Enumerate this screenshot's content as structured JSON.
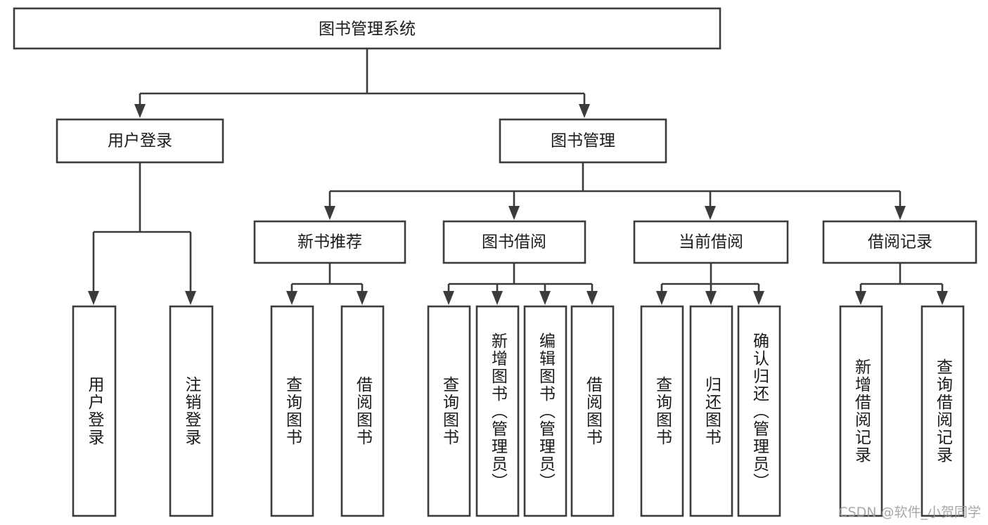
{
  "diagram": {
    "title": "图书管理系统",
    "type": "tree",
    "watermark": "CSDN @软件_小贺同学",
    "colors": {
      "stroke": "#3b3b3b",
      "fill": "#ffffff",
      "text": "#1b1b1b",
      "watermark": "#9a9a9a"
    },
    "root": {
      "label": "图书管理系统"
    },
    "level2": [
      {
        "label": "用户登录"
      },
      {
        "label": "图书管理"
      }
    ],
    "level3": [
      {
        "label": "新书推荐"
      },
      {
        "label": "图书借阅"
      },
      {
        "label": "当前借阅"
      },
      {
        "label": "借阅记录"
      }
    ],
    "leaves": {
      "user_login": [
        {
          "label": "用户登录"
        },
        {
          "label": "注销登录"
        }
      ],
      "new_book_recommend": [
        {
          "label": "查询图书"
        },
        {
          "label": "借阅图书"
        }
      ],
      "book_borrow": [
        {
          "label": "查询图书"
        },
        {
          "label": "新增图书（管理员）"
        },
        {
          "label": "编辑图书（管理员）"
        },
        {
          "label": "借阅图书"
        }
      ],
      "current_borrow": [
        {
          "label": "查询图书"
        },
        {
          "label": "归还图书"
        },
        {
          "label": "确认归还（管理员）"
        }
      ],
      "borrow_record": [
        {
          "label": "新增借阅记录"
        },
        {
          "label": "查询借阅记录"
        }
      ]
    }
  }
}
